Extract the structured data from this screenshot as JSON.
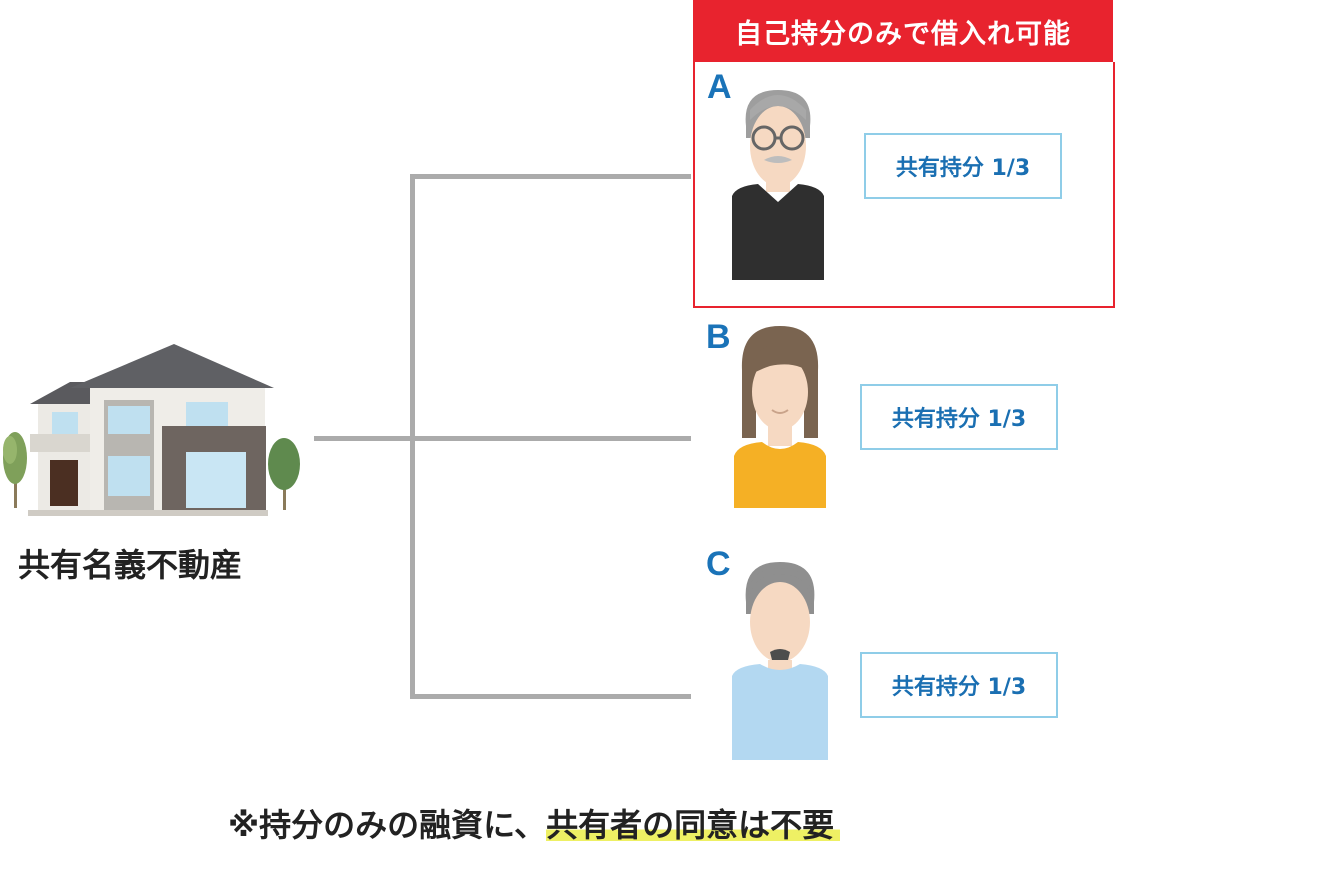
{
  "diagram": {
    "banner_title": "自己持分のみで借入れ可能",
    "property_label": "共有名義不動産",
    "owners": [
      {
        "letter": "A",
        "share": "共有持分 1/3"
      },
      {
        "letter": "B",
        "share": "共有持分 1/3"
      },
      {
        "letter": "C",
        "share": "共有持分 1/3"
      }
    ],
    "footnote_prefix": "※持分のみの融資に、",
    "footnote_highlight": "共有者の同意は不要"
  },
  "colors": {
    "accent_red": "#e8232e",
    "letter_blue": "#1a73b8",
    "share_border": "#8fcde8",
    "connector_gray": "#ababab",
    "highlight_yellow": "#eef064"
  },
  "icons": [
    "house-illustration",
    "elderly-man-icon",
    "woman-icon",
    "man-icon"
  ]
}
